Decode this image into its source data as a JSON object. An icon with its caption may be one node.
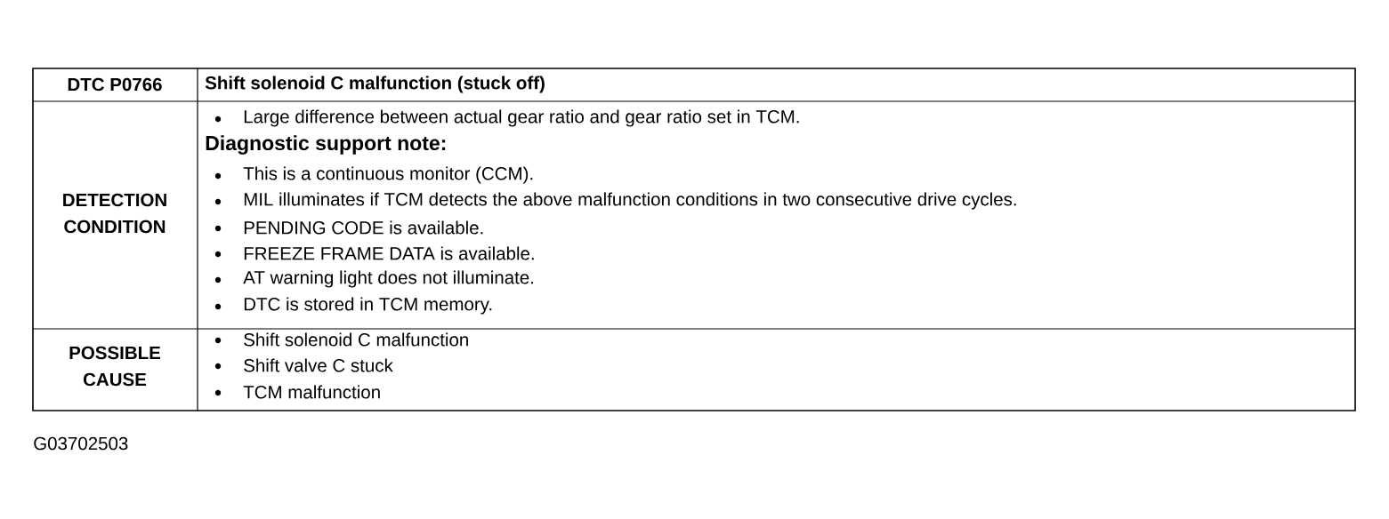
{
  "diagram": {
    "labels": [
      "DTC P0766",
      "Shift solenoid C malfunction (stuck off)",
      "DETECTION CONDITION",
      "Large difference between actual gear ratio and gear ratio set in TCM.",
      "Diagnostic support note:",
      "This is a continuous monitor (CCM).",
      "MIL illuminates if TCM detects the above malfunction conditions in two consecutive drive cycles.",
      "PENDING CODE is available.",
      "FREEZE FRAME DATA is available.",
      "AT warning light does not illuminate.",
      "DTC is stored in TCM memory.",
      "POSSIBLE CAUSE",
      "Shift solenoid C malfunction",
      "Shift valve C stuck",
      "TCM malfunction",
      "G03702503"
    ]
  }
}
